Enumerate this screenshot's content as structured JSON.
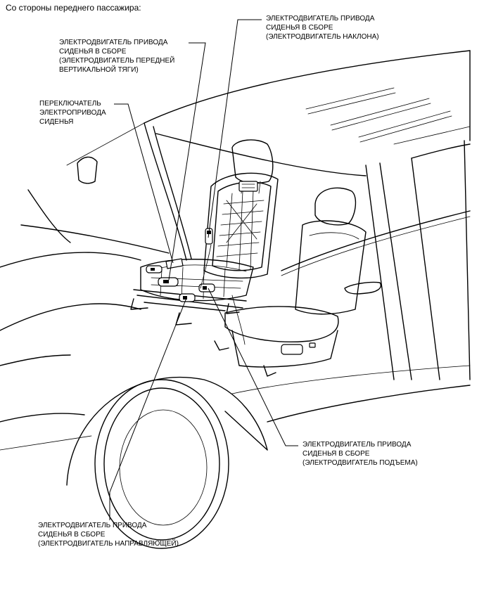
{
  "heading": "Со стороны переднего пассажира:",
  "callouts": {
    "recline": "ЭЛЕКТРОДВИГАТЕЛЬ ПРИВОДА\nСИДЕНЬЯ В СБОРЕ\n(ЭЛЕКТРОДВИГАТЕЛЬ НАКЛОНА)",
    "front_vertical": "ЭЛЕКТРОДВИГАТЕЛЬ ПРИВОДА\nСИДЕНЬЯ В СБОРЕ\n(ЭЛЕКТРОДВИГАТЕЛЬ ПЕРЕДНЕЙ\nВЕРТИКАЛЬНОЙ ТЯГИ)",
    "switch": "ПЕРЕКЛЮЧАТЕЛЬ\nЭЛЕКТРОПРИВОДА\nСИДЕНЬЯ",
    "lift": "ЭЛЕКТРОДВИГАТЕЛЬ ПРИВОДА\nСИДЕНЬЯ В СБОРЕ\n(ЭЛЕКТРОДВИГАТЕЛЬ ПОДЪЕМА)",
    "slide": "ЭЛЕКТРОДВИГАТЕЛЬ ПРИВОДА\nСИДЕНЬЯ В СБОРЕ\n(ЭЛЕКТРОДВИГАТЕЛЬ НАПРАВЛЯЮЩЕЙ)"
  }
}
